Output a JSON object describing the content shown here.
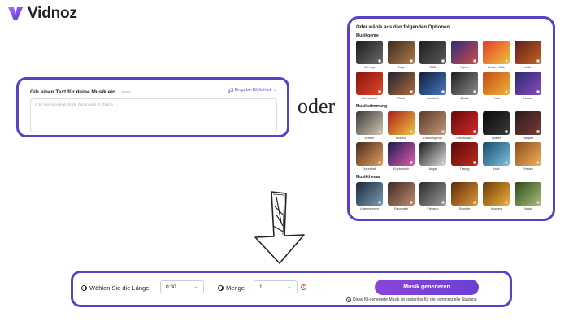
{
  "logo": {
    "text": "Vidnoz"
  },
  "prompt": {
    "title": "Gib einen Text für deine Musik ein",
    "count": "0/500",
    "library": "Eingabe-Bibliothek",
    "placeholder": "z. B. Hip-Hop-Beat, Rock, Partymusik, E-Gitarre, ..."
  },
  "separator": "oder",
  "options": {
    "heading": "Oder wähle aus den folgenden Optionen",
    "sections": [
      {
        "label": "Musikgenre",
        "tiles": [
          {
            "label": "Hip Hop",
            "colors": [
              "#1a1a1a",
              "#6c6c6c"
            ]
          },
          {
            "label": "Trap",
            "colors": [
              "#3a2a1e",
              "#b07a4a"
            ]
          },
          {
            "label": "R&B",
            "colors": [
              "#1d1d1d",
              "#5a5a5a"
            ]
          },
          {
            "label": "K-pop",
            "colors": [
              "#2b2f7a",
              "#d04b4b"
            ]
          },
          {
            "label": "Lenses Club",
            "colors": [
              "#e23a2a",
              "#f0c23a"
            ]
          },
          {
            "label": "Latin",
            "colors": [
              "#5a1e1e",
              "#c8641e"
            ]
          },
          {
            "label": "Soundtrack",
            "colors": [
              "#8a0f10",
              "#e04a2a"
            ]
          },
          {
            "label": "Rock",
            "colors": [
              "#1b2430",
              "#b06a3a"
            ]
          },
          {
            "label": "Ambient",
            "colors": [
              "#0e1e3a",
              "#4a7ac0"
            ]
          },
          {
            "label": "Beats",
            "colors": [
              "#1c1c1c",
              "#8c8c8c"
            ]
          },
          {
            "label": "Funk",
            "colors": [
              "#c24a16",
              "#f2b23a"
            ]
          },
          {
            "label": "House",
            "colors": [
              "#2a2a6a",
              "#8a4ac0"
            ]
          }
        ]
      },
      {
        "label": "Musikstimmung",
        "tiles": [
          {
            "label": "Episch",
            "colors": [
              "#3a3a3a",
              "#d2c6b0"
            ]
          },
          {
            "label": "Fröhlich",
            "colors": [
              "#a82020",
              "#f2c23a"
            ]
          },
          {
            "label": "Hoffnungsvoll",
            "colors": [
              "#5a3a2a",
              "#c49a7a"
            ]
          },
          {
            "label": "Romantisch",
            "colors": [
              "#6a0a0a",
              "#d02a2a"
            ]
          },
          {
            "label": "Düster",
            "colors": [
              "#0a0a0a",
              "#3a3a3a"
            ]
          },
          {
            "label": "Elegant",
            "colors": [
              "#2a1a1a",
              "#7a3a3a"
            ]
          },
          {
            "label": "Traumhaft",
            "colors": [
              "#4a2a1a",
              "#e0a060"
            ]
          },
          {
            "label": "Euphorisch",
            "colors": [
              "#1a1a4a",
              "#e05ab0"
            ]
          },
          {
            "label": "Angst",
            "colors": [
              "#1a1a1a",
              "#e0e0e0"
            ]
          },
          {
            "label": "Traurig",
            "colors": [
              "#5a0a0a",
              "#c02a1a"
            ]
          },
          {
            "label": "Kraft",
            "colors": [
              "#1a4a6a",
              "#7ac0e0"
            ]
          },
          {
            "label": "Frieden",
            "colors": [
              "#8a4a1a",
              "#f2b25a"
            ]
          }
        ]
      },
      {
        "label": "Musikthema",
        "tiles": [
          {
            "label": "Unternehmen",
            "colors": [
              "#1a2a3a",
              "#7a9ab0"
            ]
          },
          {
            "label": "Fotografie",
            "colors": [
              "#3a2a2a",
              "#c08a6a"
            ]
          },
          {
            "label": "Filmisch",
            "colors": [
              "#2a2a2a",
              "#9a9a9a"
            ]
          },
          {
            "label": "Schnitte",
            "colors": [
              "#5a2a0a",
              "#e09a3a"
            ]
          },
          {
            "label": "Kochen",
            "colors": [
              "#6a3a0a",
              "#f0b03a"
            ]
          },
          {
            "label": "Natur",
            "colors": [
              "#2a4a1a",
              "#aac07a"
            ]
          }
        ]
      }
    ]
  },
  "controls": {
    "length_label": "Wählen Sie die Länge",
    "length_value": "0:30",
    "amount_label": "Menge",
    "amount_value": "1",
    "generate_label": "Musik generieren",
    "note": "Diese KI-generierte Musik ist kostenlos für die kommerzielle Nutzung"
  },
  "accent": "#5b3fc4"
}
